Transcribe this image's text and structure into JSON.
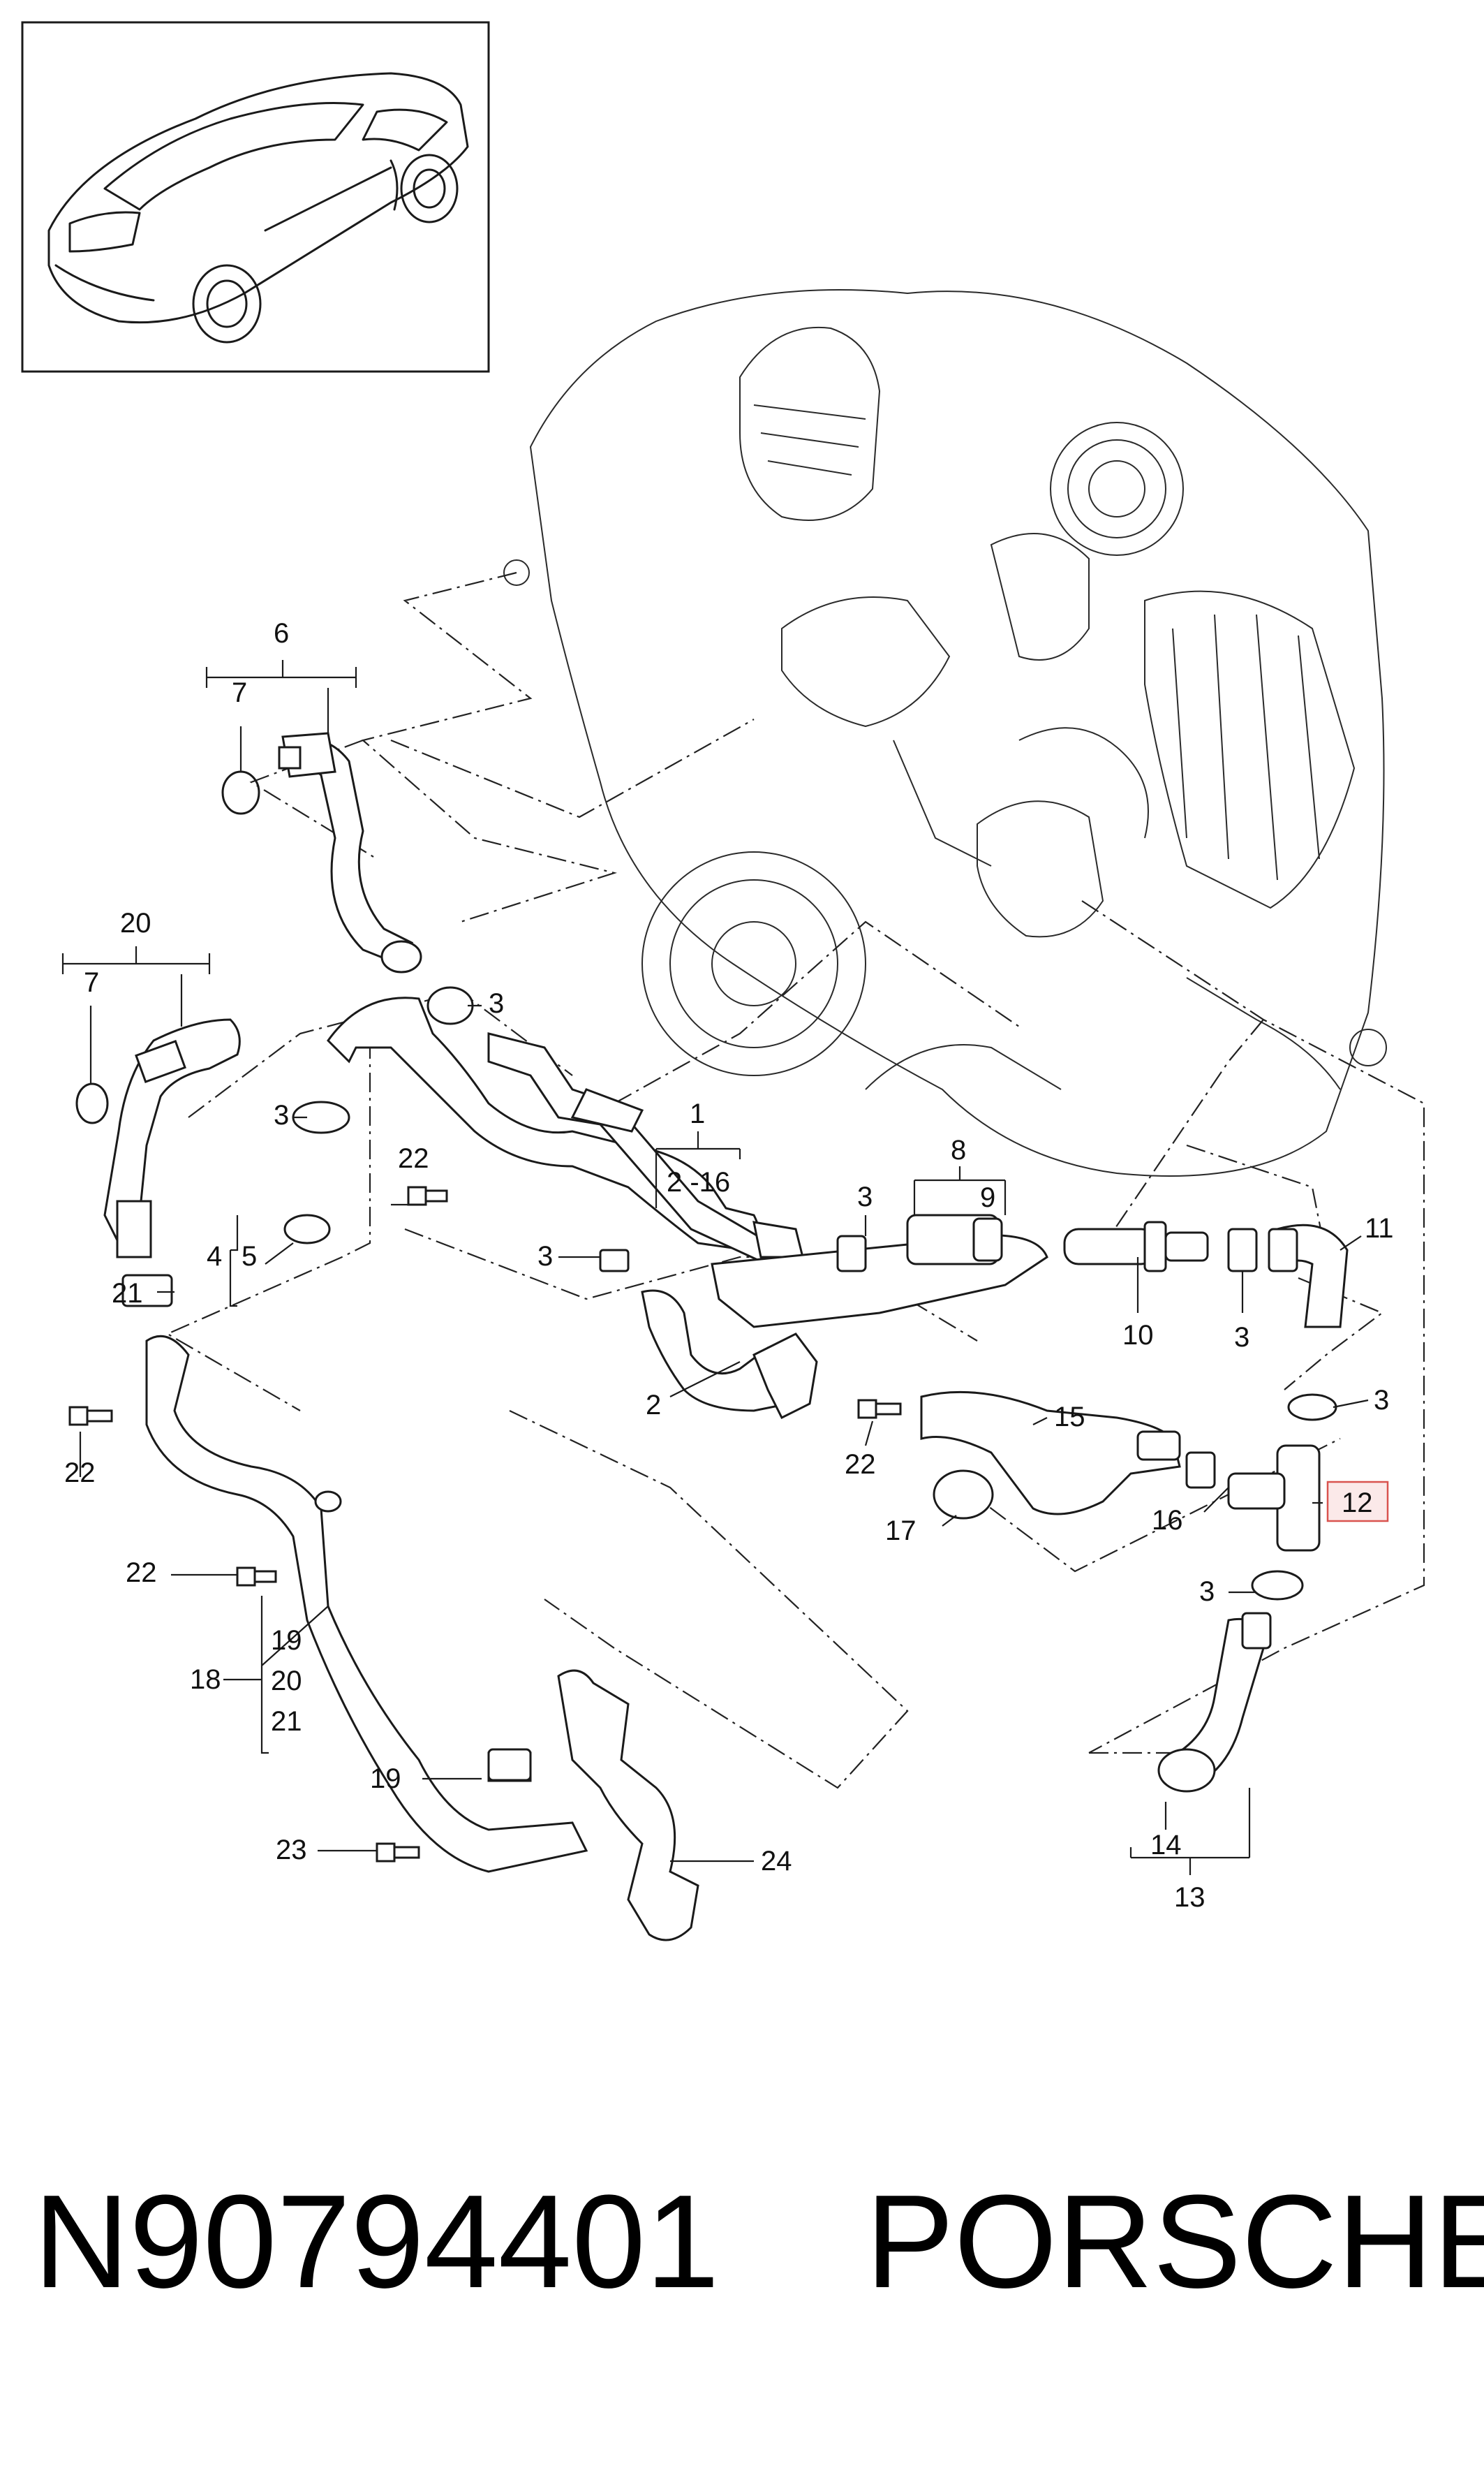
{
  "callouts": {
    "c1": "1",
    "c2_16": "2 -16",
    "c2": "2",
    "c3a": "3",
    "c3b": "3",
    "c3c": "3",
    "c3d": "3",
    "c3e": "3",
    "c3f": "3",
    "c3g": "3",
    "c4": "4",
    "c5": "5",
    "c6": "6",
    "c7a": "7",
    "c7b": "7",
    "c8": "8",
    "c9": "9",
    "c10": "10",
    "c11": "11",
    "c12": "12",
    "c13": "13",
    "c14": "14",
    "c15": "15",
    "c16": "16",
    "c17": "17",
    "c18": "18",
    "c19a": "19",
    "c19b": "19",
    "c20a": "20",
    "c20b": "20",
    "c21a": "21",
    "c21b": "21",
    "c22a": "22",
    "c22b": "22",
    "c22c": "22",
    "c22d": "22",
    "c23": "23",
    "c24": "24"
  },
  "highlight": {
    "part": "12",
    "color": "#d9534f"
  },
  "footer": {
    "part_number": "N90794401",
    "brand": "PORSCHE"
  }
}
